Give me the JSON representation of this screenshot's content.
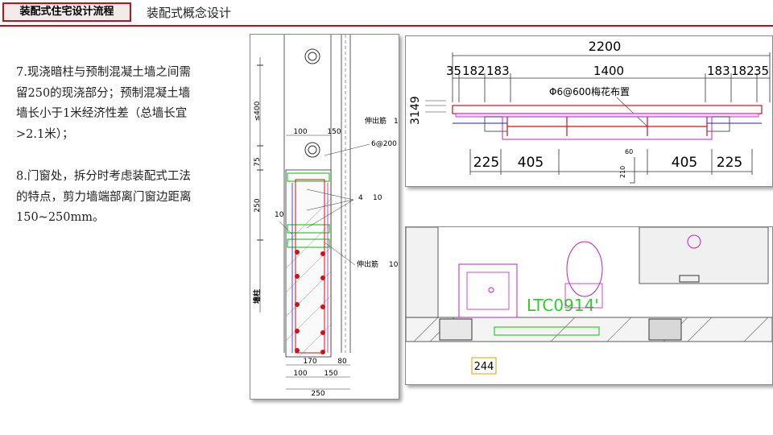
{
  "header": {
    "tag": "装配式住宅设计流程",
    "title": "装配式概念设计"
  },
  "content": {
    "para1": "7.现浇暗柱与预制混凝土墙之间需\n留250的现浇部分；预制混凝土墙\n墙长小于1米经济性差（总墙长宜\n>2.1米）；",
    "para2": "8.门窗处，拆分时考虑装配式工法\n的特点，剪力墙端部离门窗边距离\n150~250mm。"
  },
  "drawing1": {
    "dims": {
      "d400": "≤400",
      "d100": "100",
      "d150": "150",
      "d75": "75",
      "d250": "250",
      "d10": "10",
      "d170": "170",
      "d80": "80",
      "d100b": "100",
      "d150b": "150",
      "d250b": "250"
    },
    "labels": {
      "rebar_top": "伸出筋",
      "rebar_top_num": "1",
      "stirrup": "6@200",
      "bar_count": "4",
      "bar_num": "10",
      "rebar_bottom": "伸出筋",
      "rebar_bottom_num": "10",
      "side": "墙柱"
    }
  },
  "drawing2": {
    "total": "2200",
    "top_dims": [
      "35",
      "182",
      "183",
      "1400",
      "183",
      "182",
      "35"
    ],
    "note": "Φ6@600梅花布置",
    "left_dims": [
      "31",
      "49"
    ],
    "bottom_dims": [
      "225",
      "405",
      "405",
      "225"
    ],
    "mid_dims": [
      "60",
      "210"
    ]
  },
  "drawing3": {
    "window_label": "LTC0914'",
    "dim": "244"
  },
  "colors": {
    "accent": "#c0101a",
    "cad_red": "#d0101a",
    "cad_green": "#2ecc2e",
    "cad_magenta": "#c020c0",
    "cad_blue": "#2020c0"
  }
}
